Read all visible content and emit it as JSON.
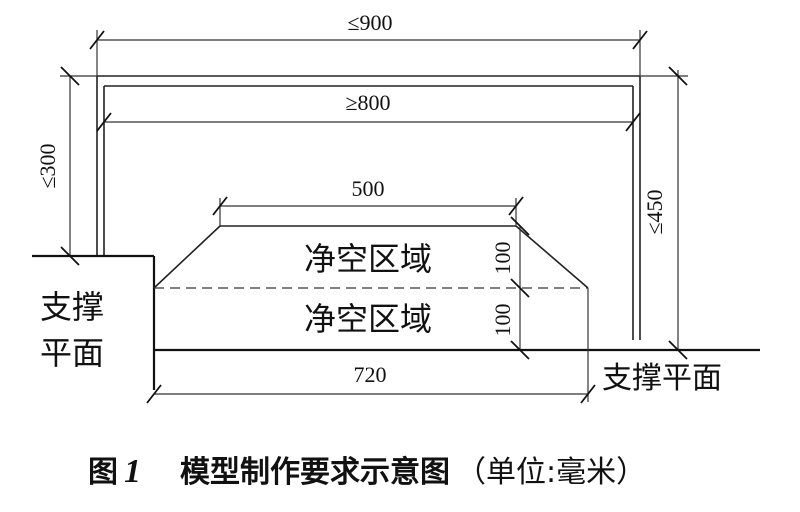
{
  "dimensions": {
    "top_width": "≤900",
    "inner_width": "≥800",
    "left_height": "≤300",
    "right_height": "≤450",
    "clear_top_width": "500",
    "bottom_width": "720",
    "upper_zone_height": "100",
    "lower_zone_height": "100"
  },
  "labels": {
    "clear_zone_upper": "净空区域",
    "clear_zone_lower": "净空区域",
    "left_support_line1": "支撑",
    "left_support_line2": "平面",
    "right_support": "支撑平面"
  },
  "caption": {
    "figure_label": "图",
    "figure_number": "1",
    "title": "模型制作要求示意图",
    "unit_note": "（单位:毫米）"
  }
}
